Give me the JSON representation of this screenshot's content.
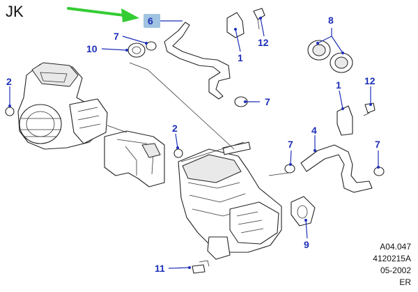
{
  "diagram": {
    "corner_label": "JK",
    "highlight_color": "#9fc3e0",
    "arrow_color": "#33cc33",
    "callout_color": "#1c2fb8",
    "callouts": [
      "6",
      "7",
      "10",
      "1",
      "12",
      "8",
      "2",
      "12",
      "1",
      "7",
      "2",
      "4",
      "7",
      "7",
      "9",
      "11"
    ],
    "reference_codes": [
      "A04.047",
      "4120215A",
      "05-2002",
      "ER"
    ]
  }
}
